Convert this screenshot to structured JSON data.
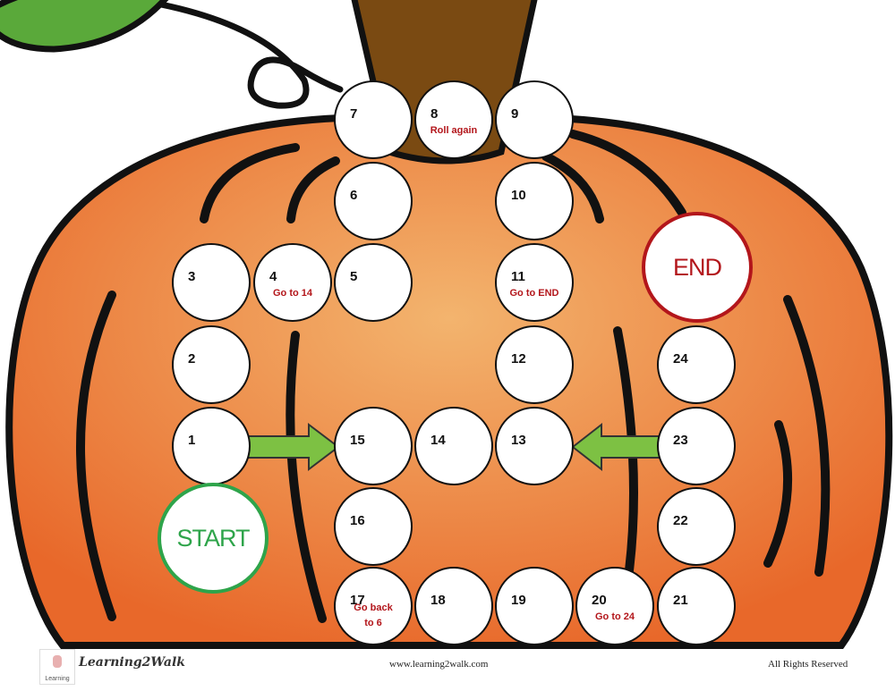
{
  "spaces": [
    {
      "num": "1",
      "note": ""
    },
    {
      "num": "2",
      "note": ""
    },
    {
      "num": "3",
      "note": ""
    },
    {
      "num": "4",
      "note": "Go to 14"
    },
    {
      "num": "5",
      "note": ""
    },
    {
      "num": "6",
      "note": ""
    },
    {
      "num": "7",
      "note": ""
    },
    {
      "num": "8",
      "note": "Roll again"
    },
    {
      "num": "9",
      "note": ""
    },
    {
      "num": "10",
      "note": ""
    },
    {
      "num": "11",
      "note": "Go to END"
    },
    {
      "num": "12",
      "note": ""
    },
    {
      "num": "13",
      "note": ""
    },
    {
      "num": "14",
      "note": ""
    },
    {
      "num": "15",
      "note": ""
    },
    {
      "num": "16",
      "note": ""
    },
    {
      "num": "17",
      "note": "Go back to 6"
    },
    {
      "num": "18",
      "note": ""
    },
    {
      "num": "19",
      "note": ""
    },
    {
      "num": "20",
      "note": "Go to 24"
    },
    {
      "num": "21",
      "note": ""
    },
    {
      "num": "22",
      "note": ""
    },
    {
      "num": "23",
      "note": ""
    },
    {
      "num": "24",
      "note": ""
    }
  ],
  "start_label": "START",
  "end_label": "END",
  "footer": {
    "brand": "Learning2Walk",
    "logo_text": "Learning",
    "url": "www.learning2walk.com",
    "rights": "All Rights Reserved"
  },
  "colors": {
    "pumpkin_light": "#f3b46e",
    "pumpkin_dark": "#e8682a",
    "stem": "#7a4a12",
    "leaf": "#5aa93a",
    "arrow": "#7dc143",
    "start": "#2ea44a",
    "note_red": "#b3161b"
  },
  "icons": [
    "leaf-icon",
    "vine-curl-icon",
    "arrow-right-icon",
    "arrow-left-icon"
  ]
}
